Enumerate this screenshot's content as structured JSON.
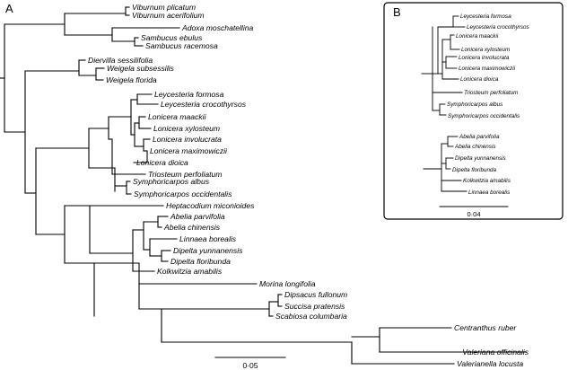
{
  "panel_a": {
    "label": "A",
    "taxa": [
      "Viburnum plicatum",
      "Viburnum acerifolium",
      "Adoxa moschatellina",
      "Sambucus ebulus",
      "Sambucus racemosa",
      "Diervilla sessilifolia",
      "Weigela subsessilis",
      "Weigela florida",
      "Leycesteria formosa",
      "Leycesteria crocothyrsos",
      "Lonicera maackii",
      "Lonicera xylosteum",
      "Lonicera involucrata",
      "Lonicera maximowiczii",
      "Lonicera dioica",
      "Triosteum perfoliatum",
      "Symphoricarpos albus",
      "Symphoricarpos occidentalis",
      "Heptacodium miconioides",
      "Abelia parvifolia",
      "Abelia chinensis",
      "Linnaea borealis",
      "Dipelta yunnanensis",
      "Dipelta floribunda",
      "Kolkwitzia amabilis",
      "Morina longifolia",
      "Dipsacus fullonum",
      "Succisa pratensis",
      "Scabiosa columbaria",
      "Centranthus ruber",
      "Valeriana officinalis",
      "Valerianella locusta"
    ],
    "scale_bar": "0·05"
  },
  "panel_b": {
    "label": "B",
    "taxa": [
      "Leycesteria formosa",
      "Leycesteria crocothyrsos",
      "Lonicera maackii",
      "Lonicera xylosteum",
      "Lonicera involucrata",
      "Lonicera maximowiczii",
      "Lonicera dioica",
      "Triosteum perfoliatum",
      "Symphoricarpos albus",
      "Symphoricarpos occidentalis",
      "Abelia parvifolia",
      "Abelia chinensis",
      "Dipelta yunnanensis",
      "Dipelta floribunda",
      "Kolkwitzia amabilis",
      "Linnaea borealis"
    ],
    "scale_bar": "0·04"
  }
}
